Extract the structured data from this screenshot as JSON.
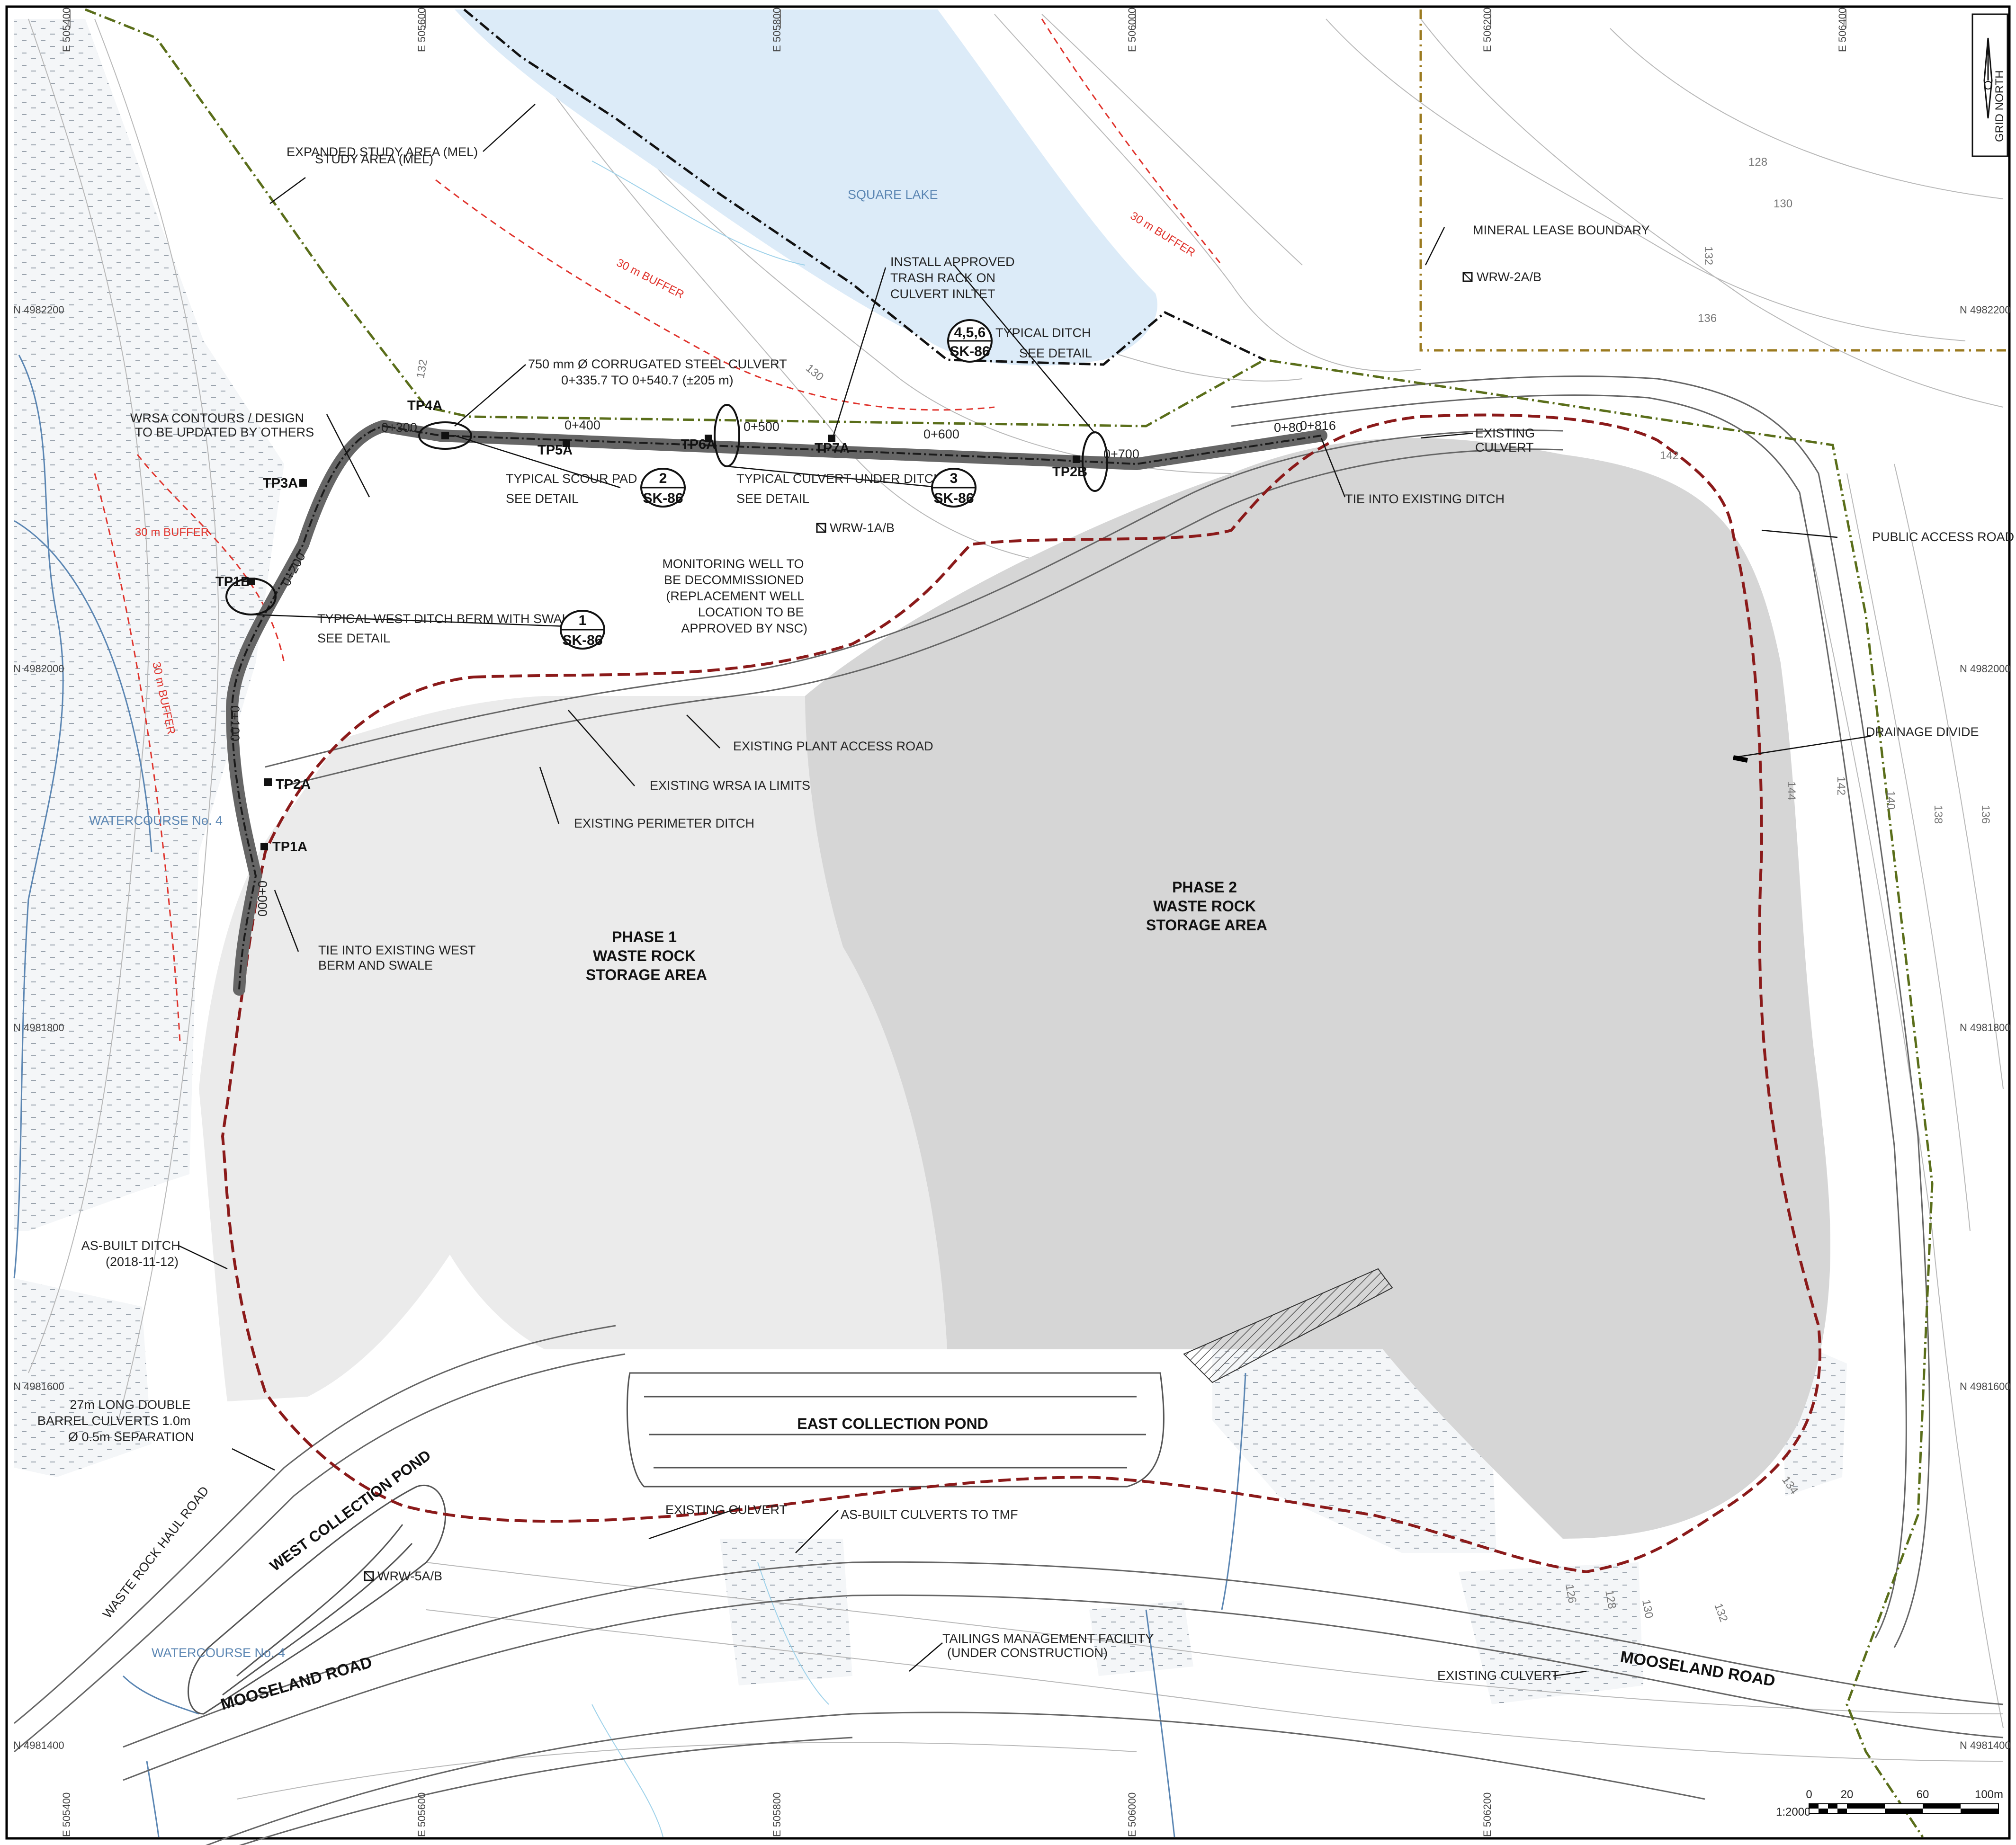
{
  "map": {
    "lake_name": "SQUARE LAKE",
    "grid_north": "GRID NORTH",
    "scale_ratio": "1:2000",
    "scale_ticks": [
      "0",
      "20",
      "60",
      "100m"
    ],
    "colors": {
      "lake": "#dcebf8",
      "phase1": "#ebebeb",
      "phase2": "#d6d6d6",
      "study_area_line": "#5a6e1a",
      "lease_line": "#9b7a1f",
      "wrsa_limit": "#8b1a1a",
      "buffer": "#e0332c",
      "watercourse": "#5b86b3"
    }
  },
  "areas": {
    "phase1": [
      "PHASE 1",
      "WASTE ROCK",
      "STORAGE AREA"
    ],
    "phase2": [
      "PHASE 2",
      "WASTE ROCK",
      "STORAGE AREA"
    ],
    "east_pond": "EAST COLLECTION POND",
    "west_pond": "WEST COLLECTION POND"
  },
  "roads": {
    "mooseland_west": "MOOSELAND ROAD",
    "mooseland_east": "MOOSELAND ROAD",
    "haul_road": "WASTE ROCK HAUL ROAD"
  },
  "callouts": {
    "expanded_study": "EXPANDED STUDY AREA (MEL)",
    "study_area": "STUDY AREA (MEL)",
    "mineral_lease": "MINERAL LEASE BOUNDARY",
    "trash_rack": [
      "INSTALL APPROVED",
      "TRASH RACK ON",
      "CULVERT INLTET"
    ],
    "culvert_750": [
      "750 mm Ø CORRUGATED STEEL CULVERT",
      "0+335.7 TO 0+540.7 (±205 m)"
    ],
    "wrsa_contours": [
      "WRSA CONTOURS / DESIGN",
      "TO BE UPDATED BY OTHERS"
    ],
    "existing_culvert_ne": [
      "EXISTING",
      "CULVERT"
    ],
    "tie_ditch": "TIE INTO EXISTING DITCH",
    "public_access": "PUBLIC ACCESS ROAD",
    "drainage_divide": "DRAINAGE DIVIDE",
    "monitoring_well": [
      "MONITORING WELL TO",
      "BE DECOMMISSIONED",
      "(REPLACEMENT WELL",
      "LOCATION TO BE",
      "APPROVED BY NSC)"
    ],
    "plant_access": "EXISTING PLANT ACCESS ROAD",
    "wrsa_limits": "EXISTING WRSA IA LIMITS",
    "perimeter_ditch": "EXISTING PERIMETER DITCH",
    "tie_west": [
      "TIE INTO EXISTING WEST",
      "BERM AND SWALE"
    ],
    "asbuilt_ditch": [
      "AS-BUILT DITCH",
      "(2018-11-12)"
    ],
    "double_culvert": [
      "27m LONG DOUBLE",
      "BARREL CULVERTS 1.0m",
      "Ø 0.5m SEPARATION"
    ],
    "existing_culvert_s": "EXISTING CULVERT",
    "asbuilt_culverts": "AS-BUILT CULVERTS TO TMF",
    "tmf": [
      "TAILINGS MANAGEMENT FACILITY",
      "(UNDER CONSTRUCTION)"
    ],
    "existing_culvert_se": "EXISTING CULVERT",
    "buffer": "30 m BUFFER",
    "watercourse": "WATERCOURSE No. 4"
  },
  "details": {
    "ditch_typ": {
      "title": "TYPICAL DITCH",
      "num": "4,5,6",
      "sheet": "SK-86",
      "see": "SEE DETAIL"
    },
    "scour_pad": {
      "title": "TYPICAL SCOUR PAD",
      "num": "2",
      "sheet": "SK-86",
      "see": "SEE DETAIL"
    },
    "culvert_under": {
      "title": "TYPICAL CULVERT UNDER DITCH",
      "num": "3",
      "sheet": "SK-86",
      "see": "SEE DETAIL"
    },
    "west_berm": {
      "title": "TYPICAL WEST DITCH BERM WITH SWALE",
      "num": "1",
      "sheet": "SK-86",
      "see": "SEE DETAIL"
    }
  },
  "wells": {
    "wrw2": "WRW-2A/B",
    "wrw1": "WRW-1A/B",
    "wrw5": "WRW-5A/B"
  },
  "test_pits": [
    "TP4A",
    "TP5A",
    "TP6A",
    "TP7A",
    "TP2B",
    "TP3A",
    "TP1B",
    "TP2A",
    "TP1A"
  ],
  "chainages": [
    "0+300",
    "0+400",
    "0+500",
    "0+600",
    "0+700",
    "0+816",
    "0+80",
    "0+200",
    "0+100",
    "0+000"
  ],
  "grid": {
    "eastings": [
      "E 505400",
      "E 505600",
      "E 505800",
      "E 506000",
      "E 506200",
      "E 506400"
    ],
    "northings": [
      "N 4982200",
      "N 4982000",
      "N 4981800",
      "N 4981600",
      "N 4981400"
    ]
  },
  "contours": [
    "128",
    "130",
    "132",
    "136",
    "142",
    "144",
    "142",
    "140",
    "138",
    "136",
    "134",
    "126",
    "128",
    "130",
    "132",
    "132",
    "130"
  ]
}
